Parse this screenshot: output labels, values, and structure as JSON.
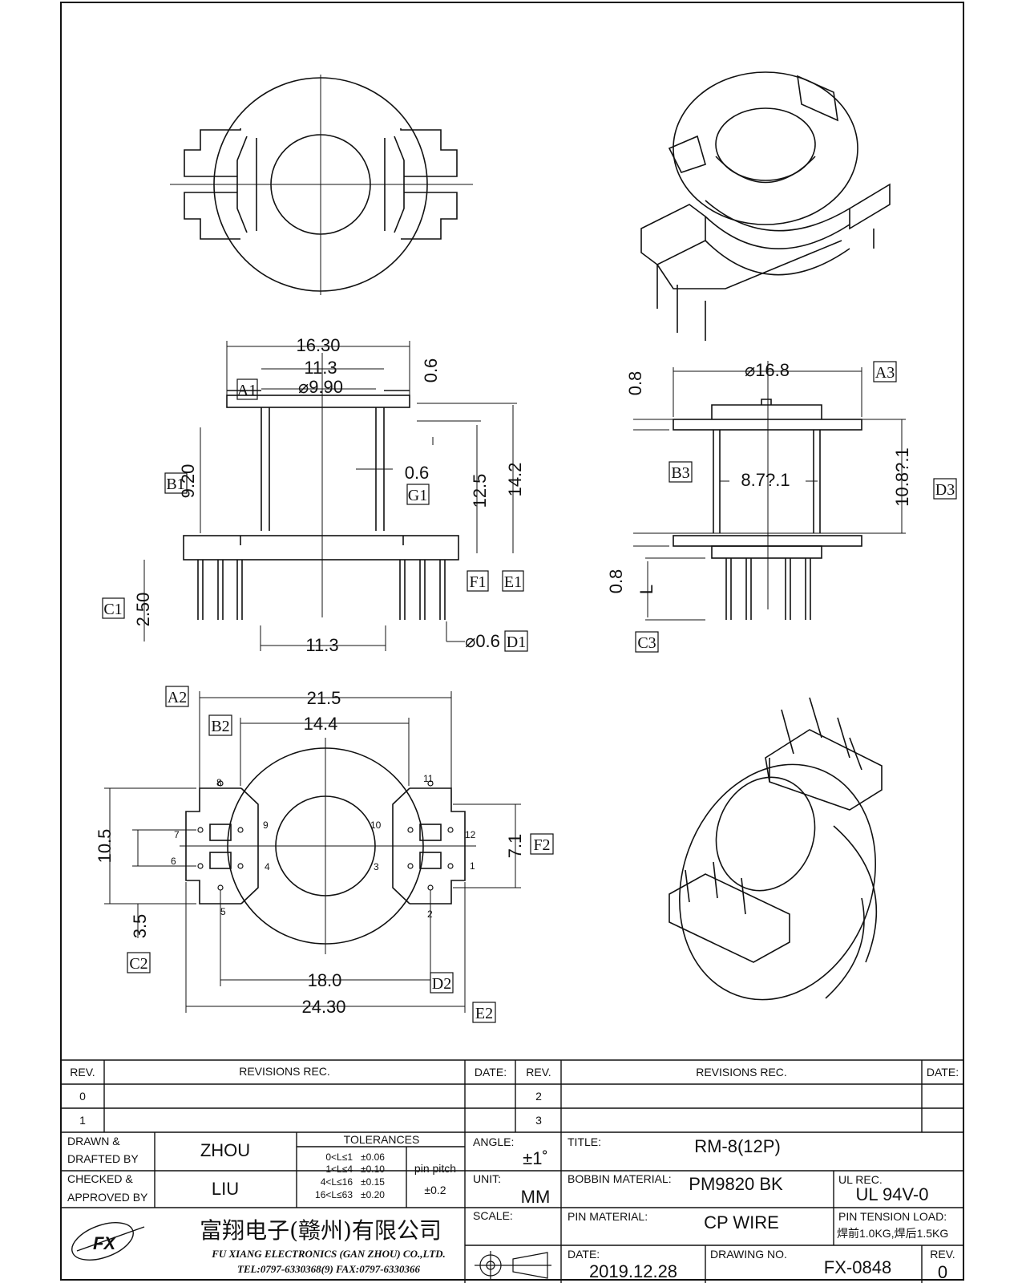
{
  "drawing": {
    "top_view": {},
    "front_view": {
      "dims": {
        "width_top": "16.30",
        "inner_top": "11.3",
        "bore": "⌀9.90",
        "flange_thk": "0.6",
        "height_body": "9.20",
        "wall": "0.6",
        "h1": "12.5",
        "h2": "14.2",
        "pin_len": "2.50",
        "bottom_inner": "11.3",
        "pin_dia": "⌀0.6"
      },
      "labels": {
        "a1": "A1",
        "b1": "B1",
        "c1": "C1",
        "g1": "G1",
        "f1": "F1",
        "e1": "E1",
        "d1": "D1"
      }
    },
    "side_view": {
      "dims": {
        "dia": "⌀16.8",
        "flange": "0.8",
        "core": "8.7?.1",
        "height": "10.8?.1",
        "base": "0.8",
        "pin": "L"
      },
      "labels": {
        "a3": "A3",
        "b3": "B3",
        "c3": "C3",
        "d3": "D3"
      }
    },
    "bottom_view": {
      "dims": {
        "width": "21.5",
        "inner": "14.4",
        "height": "10.5",
        "pin_pitch_v": "3.5",
        "pin_span": "18.0",
        "overall": "24.30",
        "right_h": "7.1"
      },
      "labels": {
        "a2": "A2",
        "b2": "B2",
        "c2": "C2",
        "d2": "D2",
        "e2": "E2",
        "f2": "F2"
      },
      "pins": [
        "1",
        "2",
        "3",
        "4",
        "5",
        "6",
        "7",
        "8",
        "9",
        "10",
        "11",
        "12"
      ]
    }
  },
  "title_block": {
    "rev_header": "REV.",
    "revisions_header": "REVISIONS   REC.",
    "date_header": "DATE:",
    "rev_rows_left": [
      "0",
      "1"
    ],
    "rev_rows_right": [
      "2",
      "3"
    ],
    "drawn_label": "DRAWN &",
    "drafted_label": "DRAFTED BY",
    "drawn_by": "ZHOU",
    "checked_label": "CHECKED &",
    "approved_label": "APPROVED BY",
    "checked_by": "LIU",
    "tolerances_header": "TOLERANCES",
    "tolerances": [
      {
        "range": "0<L≤1",
        "tol": "±0.06"
      },
      {
        "range": "1<L≤4",
        "tol": "±0.10"
      },
      {
        "range": "4<L≤16",
        "tol": "±0.15"
      },
      {
        "range": "16<L≤63",
        "tol": "±0.20"
      }
    ],
    "pin_pitch_label": "pin pitch",
    "pin_pitch_tol": "±0.2",
    "angle_label": "ANGLE:",
    "angle_value": "±1˚",
    "unit_label": "UNIT:",
    "unit_value": "MM",
    "scale_label": "SCALE:",
    "title_label": "TITLE:",
    "title_value": "RM-8(12P)",
    "bobbin_label": "BOBBIN MATERIAL:",
    "bobbin_value": "PM9820 BK",
    "ul_label": "UL REC.",
    "ul_value": "UL 94V-0",
    "pin_material_label": "PIN MATERIAL:",
    "pin_material_value": "CP WIRE",
    "pin_tension_label": "PIN TENSION LOAD:",
    "pin_tension_value": "焊前1.0KG,焊后1.5KG",
    "date_label": "DATE:",
    "date_value": "2019.12.28",
    "drawing_no_label": "DRAWING NO.",
    "drawing_no_value": "FX-0848",
    "rev_label": "REV.",
    "rev_value": "0",
    "company_cn": "富翔电子(赣州)有限公司",
    "company_en": "FU XIANG ELECTRONICS (GAN ZHOU) CO.,LTD.",
    "company_tel": "TEL:0797-6330368(9)    FAX:0797-6330366",
    "logo_text": "FX"
  }
}
